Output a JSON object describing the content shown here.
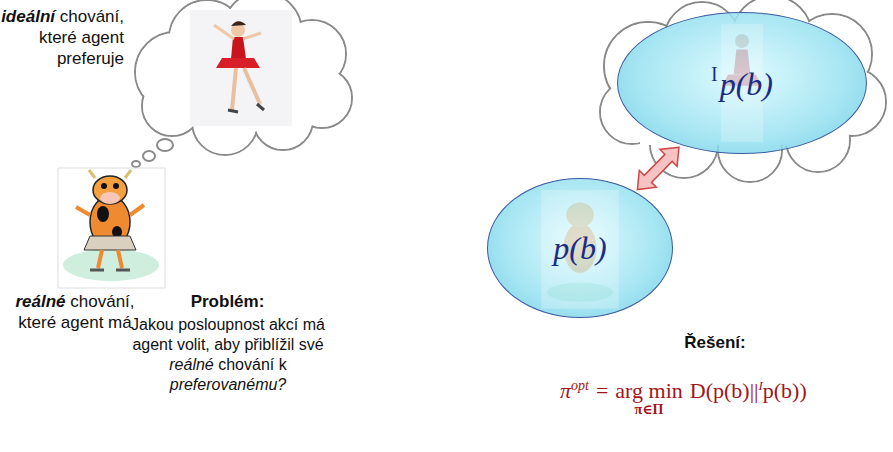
{
  "diagram": {
    "nodes": [
      {
        "text": [
          "I",
          "p(b)"
        ]
      },
      {
        "text": [
          "p(b)"
        ]
      }
    ],
    "edges": [
      {
        "from": 0,
        "to": 1,
        "arrow": "both"
      }
    ],
    "labels": [
      "ideální",
      "chování, které agent preferuje",
      "reálné",
      "chování, které agent má",
      "Problém:",
      "Jakou posloupnost akcí má agent volit, aby přiblížil své",
      "reálné",
      "chování k",
      "preferovanému?",
      "Řešení:",
      "π",
      "opt",
      "=",
      "arg min",
      "π∈Π",
      "D(p(b)||",
      "I",
      "p(b))"
    ]
  }
}
